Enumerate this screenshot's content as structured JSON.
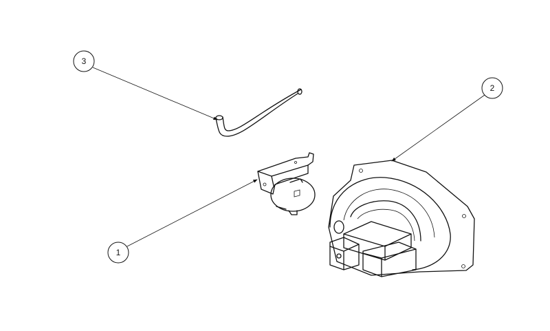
{
  "diagram": {
    "callouts": [
      {
        "label": "1",
        "part": "pressure-switch"
      },
      {
        "label": "2",
        "part": "blower-motor"
      },
      {
        "label": "3",
        "part": "hose"
      }
    ]
  }
}
